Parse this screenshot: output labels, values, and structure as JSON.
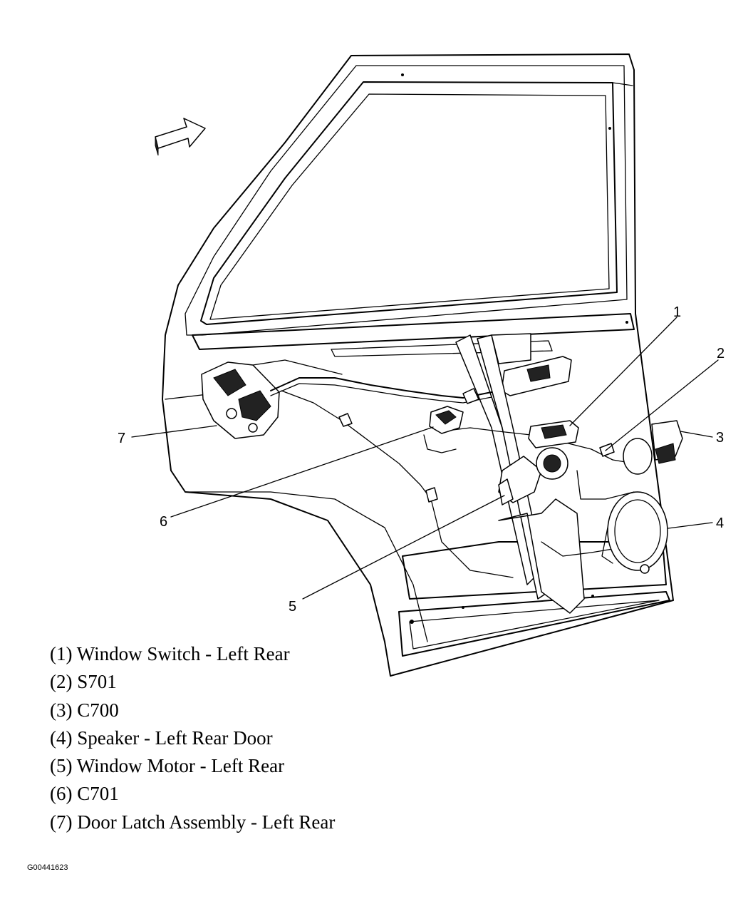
{
  "callouts": [
    {
      "number": "1",
      "label": "(1) Window Switch - Left Rear"
    },
    {
      "number": "2",
      "label": "(2) S701"
    },
    {
      "number": "3",
      "label": "(3) C700"
    },
    {
      "number": "4",
      "label": "(4) Speaker - Left Rear Door"
    },
    {
      "number": "5",
      "label": "(5) Window Motor - Left Rear"
    },
    {
      "number": "6",
      "label": "(6) C701"
    },
    {
      "number": "7",
      "label": "(7) Door Latch Assembly - Left Rear"
    }
  ],
  "figure_id": "G00441623"
}
